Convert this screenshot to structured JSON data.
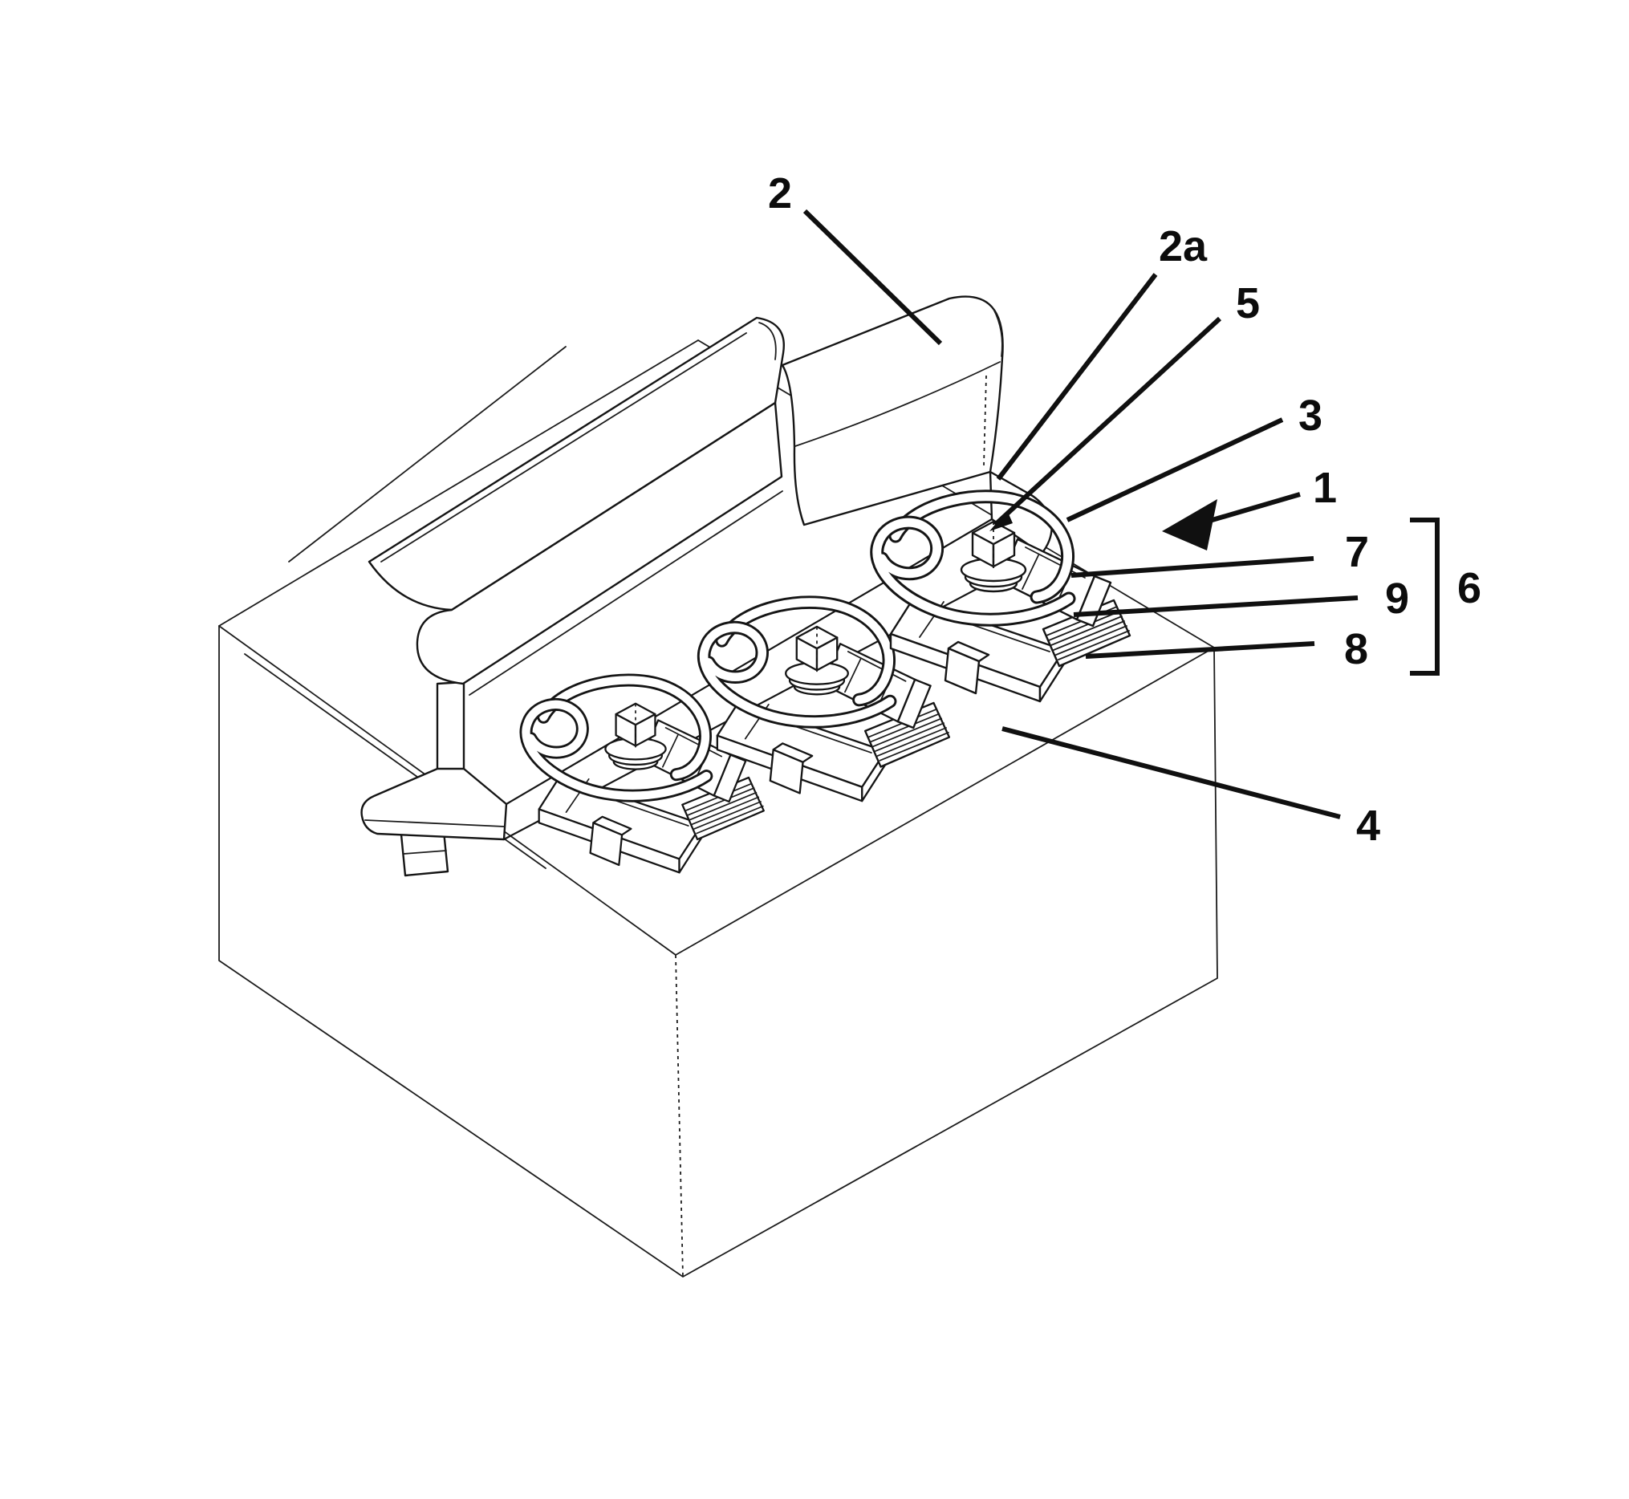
{
  "figure": {
    "type": "patent-line-drawing",
    "background": "#ffffff",
    "line_color": "#151515",
    "labels": [
      {
        "id": "2",
        "text": "2"
      },
      {
        "id": "2a",
        "text": "2a"
      },
      {
        "id": "5",
        "text": "5"
      },
      {
        "id": "3",
        "text": "3"
      },
      {
        "id": "1",
        "text": "1"
      },
      {
        "id": "7",
        "text": "7"
      },
      {
        "id": "9",
        "text": "9"
      },
      {
        "id": "6",
        "text": "6"
      },
      {
        "id": "8",
        "text": "8"
      },
      {
        "id": "4",
        "text": "4"
      }
    ]
  }
}
